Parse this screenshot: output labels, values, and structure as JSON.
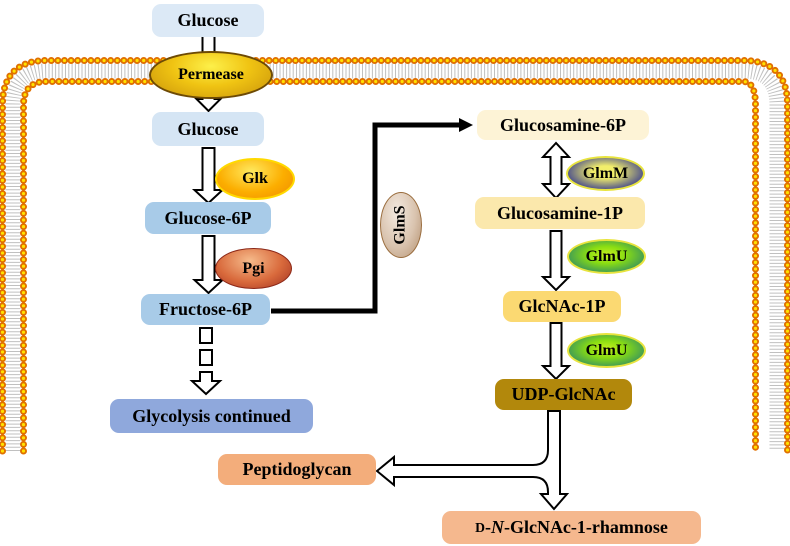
{
  "diagram_type": "metabolic-pathway",
  "nodes": {
    "glucose_out": {
      "label": "Glucose",
      "type": "metabolite"
    },
    "permease": {
      "label": "Permease",
      "type": "transporter"
    },
    "glucose_in": {
      "label": "Glucose",
      "type": "metabolite"
    },
    "glucose_6p": {
      "label": "Glucose-6P",
      "type": "metabolite"
    },
    "fructose_6p": {
      "label": "Fructose-6P",
      "type": "metabolite"
    },
    "glycolysis": {
      "label": "Glycolysis continued",
      "type": "process"
    },
    "glucosamine_6p": {
      "label": "Glucosamine-6P",
      "type": "metabolite"
    },
    "glucosamine_1p": {
      "label": "Glucosamine-1P",
      "type": "metabolite"
    },
    "glcnac_1p": {
      "label": "GlcNAc-1P",
      "type": "metabolite"
    },
    "udp_glcnac": {
      "label": "UDP-GlcNAc",
      "type": "metabolite"
    },
    "peptidoglycan": {
      "label": "Peptidoglycan",
      "type": "product"
    },
    "rhamnose": {
      "full_label": "D-N-GlcNAc-1-rhamnose",
      "d": "D",
      "sep1": "-",
      "n": "N",
      "rest": "-GlcNAc-1-rhamnose",
      "type": "product"
    }
  },
  "enzymes": {
    "glk": {
      "label": "Glk"
    },
    "pgi": {
      "label": "Pgi"
    },
    "glms": {
      "label": "GlmS"
    },
    "glmm": {
      "label": "GlmM"
    },
    "glmu_1": {
      "label": "GlmU"
    },
    "glmu_2": {
      "label": "GlmU"
    }
  },
  "edges": [
    {
      "from": "glucose_out",
      "to": "glucose_in",
      "via": "Permease",
      "style": "hollow"
    },
    {
      "from": "glucose_in",
      "to": "glucose_6p",
      "enzyme": "Glk",
      "style": "hollow"
    },
    {
      "from": "glucose_6p",
      "to": "fructose_6p",
      "enzyme": "Pgi",
      "style": "hollow"
    },
    {
      "from": "fructose_6p",
      "to": "glycolysis",
      "style": "hollow-dashed"
    },
    {
      "from": "fructose_6p",
      "to": "glucosamine_6p",
      "enzyme": "GlmS",
      "style": "solid-thick"
    },
    {
      "from": "glucosamine_6p",
      "to": "glucosamine_1p",
      "enzyme": "GlmM",
      "style": "hollow-double-headed"
    },
    {
      "from": "glucosamine_1p",
      "to": "glcnac_1p",
      "enzyme": "GlmU",
      "style": "hollow"
    },
    {
      "from": "glcnac_1p",
      "to": "udp_glcnac",
      "enzyme": "GlmU",
      "style": "hollow"
    },
    {
      "from": "udp_glcnac",
      "to": "peptidoglycan",
      "style": "hollow-branch"
    },
    {
      "from": "udp_glcnac",
      "to": "rhamnose",
      "style": "hollow"
    }
  ],
  "colors": {
    "background": "#ffffff",
    "membrane_head_ring": "#e07000",
    "membrane_head_core": "#ffe100",
    "membrane_tails": "#c0c0c0",
    "box_glucose_blue": "#dce9f6",
    "box_phospho_blue": "#a8cbe8",
    "box_glycolysis_blue": "#8fa8dc",
    "box_cream": "#fdf3d6",
    "box_light_gold": "#fbe8ac",
    "box_gold": "#fbd972",
    "box_dark_gold": "#b2880c",
    "box_peptidoglycan_orange": "#f3ad7b",
    "box_rhamnose_salmon": "#f5b88e",
    "permease_gold": "#f0c413",
    "enzyme_glk_orange": "#fcae00",
    "enzyme_pgi_red": "#a03020",
    "enzyme_glms_tan": "#d9c3ae",
    "enzyme_glmm_indigo": "#3f427a",
    "enzyme_glmu_green": "#8ade12",
    "arrow_black": "#000000"
  }
}
